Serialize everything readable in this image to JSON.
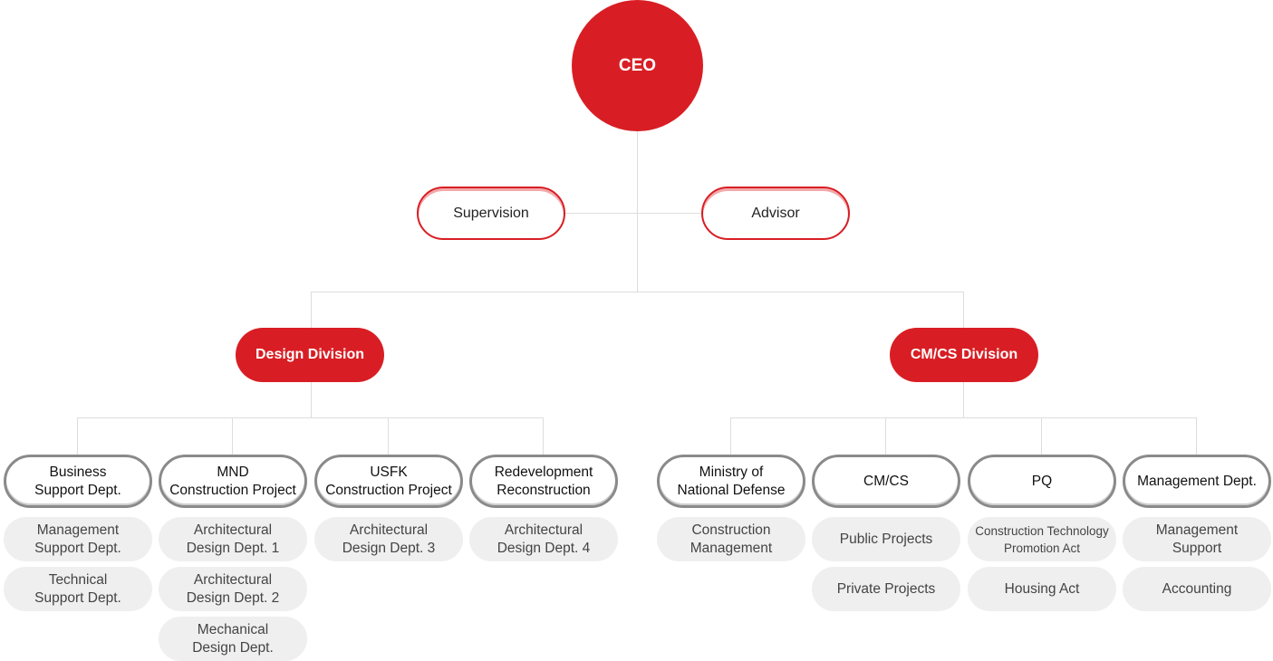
{
  "ceo": "CEO",
  "staff": {
    "supervision": "Supervision",
    "advisor": "Advisor"
  },
  "divisions": {
    "design": {
      "label": "Design Division",
      "departments": [
        {
          "label": "Business\nSupport Dept.",
          "subs": [
            "Management\nSupport Dept.",
            "Technical\nSupport Dept."
          ]
        },
        {
          "label": "MND\nConstruction Project",
          "subs": [
            "Architectural\nDesign Dept. 1",
            "Architectural\nDesign Dept. 2",
            "Mechanical\nDesign Dept."
          ]
        },
        {
          "label": "USFK\nConstruction Project",
          "subs": [
            "Architectural\nDesign Dept. 3"
          ]
        },
        {
          "label": "Redevelopment\nReconstruction",
          "subs": [
            "Architectural\nDesign Dept. 4"
          ]
        }
      ]
    },
    "cmcs": {
      "label": "CM/CS Division",
      "departments": [
        {
          "label": "Ministry of\nNational Defense",
          "subs": [
            "Construction\nManagement"
          ]
        },
        {
          "label": "CM/CS",
          "subs": [
            "Public Projects",
            "Private Projects"
          ]
        },
        {
          "label": "PQ",
          "subs": [
            "Construction Technology\nPromotion Act",
            "Housing Act"
          ]
        },
        {
          "label": "Management Dept.",
          "subs": [
            "Management\nSupport",
            "Accounting"
          ]
        }
      ]
    }
  },
  "colors": {
    "accent": "#d81e24",
    "department_border": "#8a8a8a",
    "sub_background": "#efefef",
    "connector": "#dddddd"
  }
}
